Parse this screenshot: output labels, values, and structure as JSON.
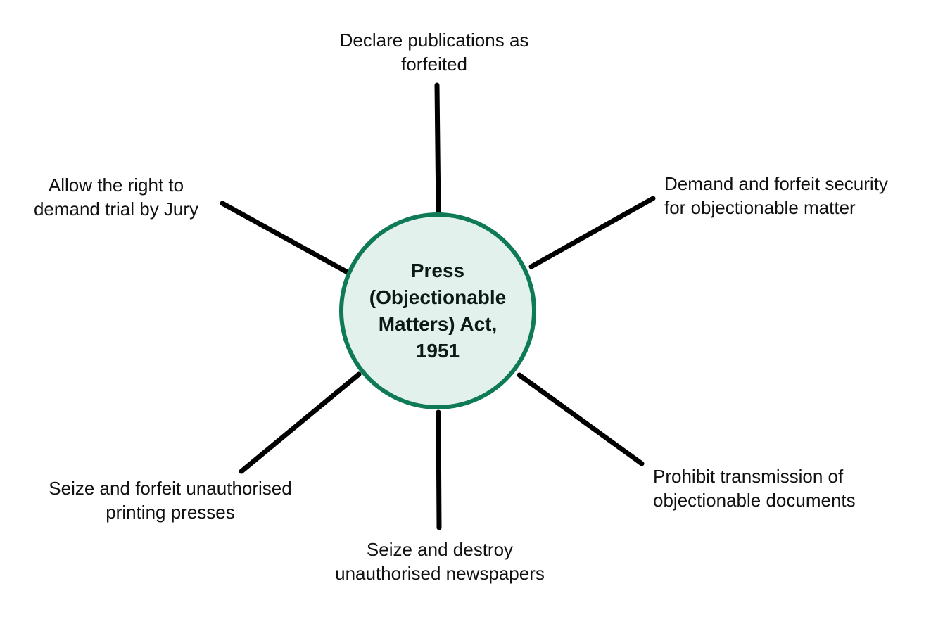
{
  "diagram": {
    "center": {
      "title": "Press\n(Objectionable\nMatters) Act,\n1951"
    },
    "branches": [
      {
        "id": "top",
        "label": "Declare publications as\nforfeited"
      },
      {
        "id": "top-left",
        "label": "Allow the right to\ndemand trial by Jury"
      },
      {
        "id": "top-right",
        "label": "Demand and forfeit security\nfor objectionable matter"
      },
      {
        "id": "bottom-left",
        "label": "Seize and forfeit unauthorised\nprinting presses"
      },
      {
        "id": "bottom",
        "label": "Seize and destroy\nunauthorised newspapers"
      },
      {
        "id": "bottom-right",
        "label": "Prohibit transmission of\nobjectionable documents"
      }
    ],
    "colors": {
      "center_border": "#0f7a57",
      "center_fill": "#e3f1ec",
      "connector": "#000000"
    }
  }
}
